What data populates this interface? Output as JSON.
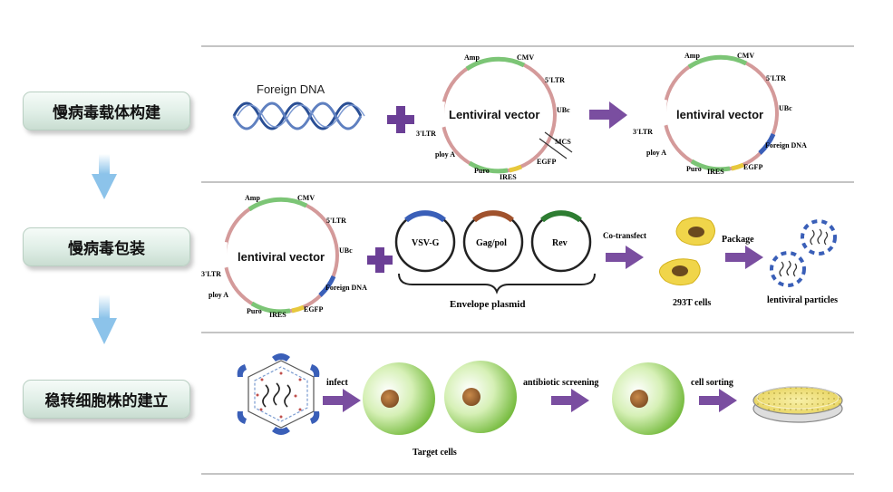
{
  "steps": {
    "step1": "慢病毒载体构建",
    "step2": "慢病毒包装",
    "step3": "稳转细胞株的建立"
  },
  "row1": {
    "foreign_dna": "Foreign DNA",
    "vector1": {
      "title": "Lentiviral vector",
      "labels": {
        "amp": "Amp",
        "cmv": "CMV",
        "ltr5": "5'LTR",
        "ubc": "UBc",
        "mcs": "MCS",
        "egfp": "EGFP",
        "ires": "IRES",
        "puro": "Puro",
        "polya": "ploy A",
        "ltr3": "3'LTR"
      }
    },
    "vector2": {
      "title": "lentiviral vector",
      "labels": {
        "amp": "Amp",
        "cmv": "CMV",
        "ltr5": "5'LTR",
        "ubc": "UBc",
        "foreign": "Foreign DNA",
        "egfp": "EGFP",
        "ires": "IRES",
        "puro": "Puro",
        "polya": "ploy A",
        "ltr3": "3'LTR"
      }
    }
  },
  "row2": {
    "vector": {
      "title": "lentiviral vector",
      "labels": {
        "amp": "Amp",
        "cmv": "CMV",
        "ltr5": "5'LTR",
        "ubc": "UBc",
        "foreign": "Foreign DNA",
        "egfp": "EGFP",
        "ires": "IRES",
        "puro": "Puro",
        "polya": "ploy A",
        "ltr3": "3'LTR"
      }
    },
    "plasmids": [
      "VSV-G",
      "Gag/pol",
      "Rev"
    ],
    "envelope_label": "Envelope plasmid",
    "cotransfect": "Co-transfect",
    "cells_label": "293T cells",
    "package": "Package",
    "particles_label": "lentiviral particles"
  },
  "row3": {
    "infect": "infect",
    "target_cells": "Target cells",
    "antibiotic": "antibiotic screening",
    "sorting": "cell sorting"
  },
  "colors": {
    "plasmid_ring": "#d49a9a",
    "green_segment": "#7cc576",
    "blue_segment": "#3a5fb8",
    "yellow_segment": "#e7c83c",
    "plus": "#6b3f96",
    "arrow": "#7a4ea0",
    "step_arrow": "#9cc8e6",
    "dna": "#2a4f95"
  }
}
